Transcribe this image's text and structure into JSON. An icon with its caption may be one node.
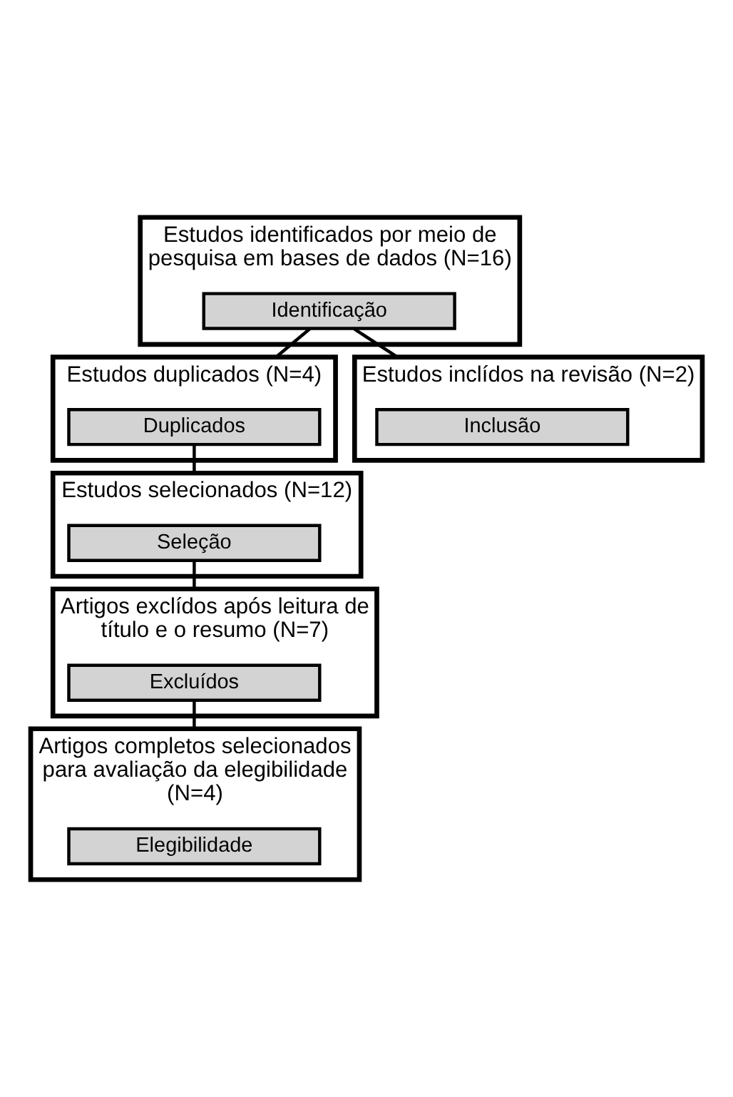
{
  "diagram": {
    "nodes": [
      {
        "text": [
          "Estudos identificados por meio de pesquisa em bases de dados (N=16)"
        ]
      },
      {
        "text": [
          "Identificação"
        ],
        "in": 0
      },
      {
        "text": [
          "Estudos duplicados (N=4)"
        ]
      },
      {
        "text": [
          "Duplicados"
        ],
        "in": 2
      },
      {
        "text": [
          "Estudos selecionados (N=12)"
        ]
      },
      {
        "text": [
          "Seleção"
        ],
        "in": 4
      },
      {
        "text": [
          "Artigos exclídos após leitura de título e o resumo (N=7)"
        ]
      },
      {
        "text": [
          "Excluídos"
        ],
        "in": 6
      },
      {
        "text": [
          "Artigos completos selecionados para avaliação da elegibilidade (N=4)"
        ]
      },
      {
        "text": [
          "Elegibilidade"
        ],
        "in": 8
      },
      {
        "text": [
          "Estudos inclídos na revisão (N=2)"
        ]
      },
      {
        "text": [
          "Inclusão"
        ],
        "in": 10
      }
    ],
    "edges": [
      {
        "from": 1,
        "to": 2,
        "arrow": "none"
      },
      {
        "from": 1,
        "to": 10,
        "arrow": "none"
      },
      {
        "from": 3,
        "to": 4,
        "arrow": "none"
      },
      {
        "from": 5,
        "to": 6,
        "arrow": "none"
      },
      {
        "from": 7,
        "to": 8,
        "arrow": "none"
      }
    ]
  }
}
